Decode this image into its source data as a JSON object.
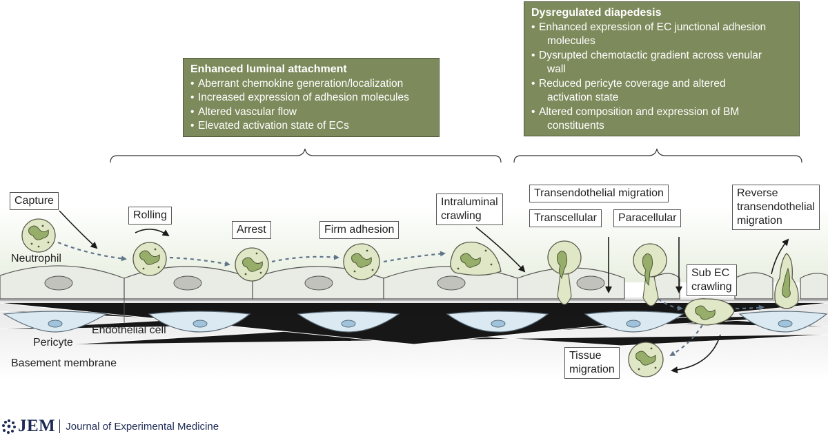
{
  "boxes": {
    "luminal": {
      "title": "Enhanced luminal attachment",
      "items": [
        "Aberrant chemokine generation/localization",
        "Increased expression of adhesion molecules",
        "Altered vascular flow",
        "Elevated activation state of ECs"
      ]
    },
    "diapedesis": {
      "title": "Dysregulated diapedesis",
      "items": [
        [
          "Enhanced expression of EC junctional adhesion",
          "molecules"
        ],
        [
          "Dysrupted chemotactic gradient across venular",
          "wall"
        ],
        [
          "Reduced pericyte coverage and altered",
          "activation state"
        ],
        [
          "Altered composition and expression of BM",
          "constituents"
        ]
      ]
    }
  },
  "steps": {
    "capture": "Capture",
    "rolling": "Rolling",
    "arrest": "Arrest",
    "firm_adhesion": "Firm adhesion",
    "intraluminal_crawling": [
      "Intraluminal",
      "crawling"
    ],
    "transendothelial_migration": "Transendothelial migration",
    "transcellular": "Transcellular",
    "paracellular": "Paracellular",
    "reverse_migration": [
      "Reverse",
      "transendothelial",
      "migration"
    ],
    "sub_ec_crawling": [
      "Sub EC",
      "crawling"
    ],
    "tissue_migration": [
      "Tissue",
      "migration"
    ]
  },
  "labels": {
    "neutrophil": "Neutrophil",
    "endothelial_cell": "Endothelial cell",
    "pericyte": "Pericyte",
    "basement_membrane": "Basement membrane"
  },
  "footer": {
    "logo": "JEM",
    "journal": "Journal of Experimental Medicine",
    "logo_icon": "jem-dots-icon"
  },
  "colors": {
    "box_green": "#7d8a5b",
    "cell_fill": "#dfe7c6",
    "cell_outline": "#5a5a4a",
    "nucleus_fill": "#97ad6a",
    "endothelial_fill": "#e9ebe5",
    "pericyte_fill": "#dbe9f2",
    "arrow_dashed": "#5f7489",
    "arrow_solid": "#1a1a1a",
    "journal_blue": "#1d2a55"
  }
}
